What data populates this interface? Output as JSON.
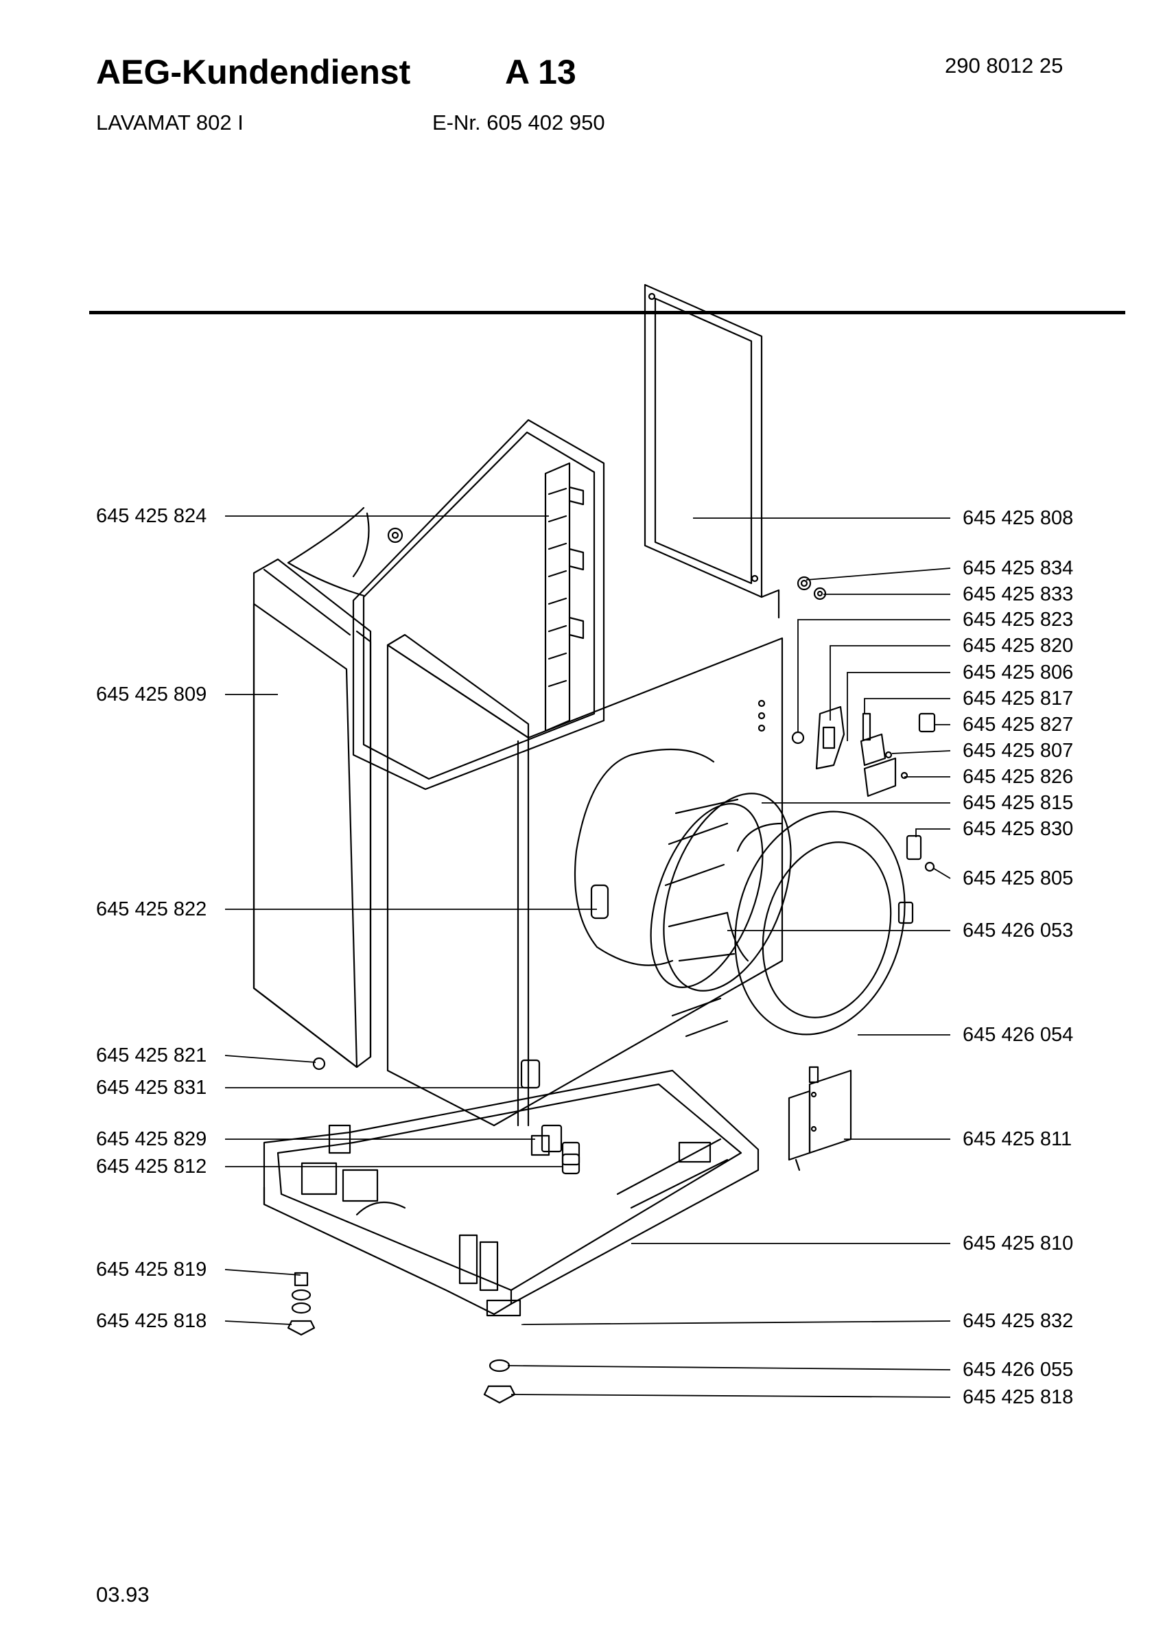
{
  "header": {
    "brand": "AEG-Kundendienst",
    "section": "A 13",
    "doc_number": "290 8012 25",
    "model": "LAVAMAT 802 I",
    "e_number": "E-Nr. 605 402 950"
  },
  "footer": {
    "date": "03.93"
  },
  "diagram": {
    "title": "",
    "parts_left": [
      "645 425 824",
      "645 425 809",
      "645 425 822",
      "645 425 821",
      "645 425 831",
      "645 425 829",
      "645 425 812",
      "645 425 819",
      "645 425 818"
    ],
    "parts_right": [
      "645 425 808",
      "645 425 834",
      "645 425 833",
      "645 425 823",
      "645 425 820",
      "645 425 806",
      "645 425 817",
      "645 425 827",
      "645 425 807",
      "645 425 826",
      "645 425 815",
      "645 425 830",
      "645 425 805",
      "645 426 053",
      "645 426 054",
      "645 425 811",
      "645 425 810",
      "645 425 832",
      "645 426 055",
      "645 425 818"
    ]
  }
}
